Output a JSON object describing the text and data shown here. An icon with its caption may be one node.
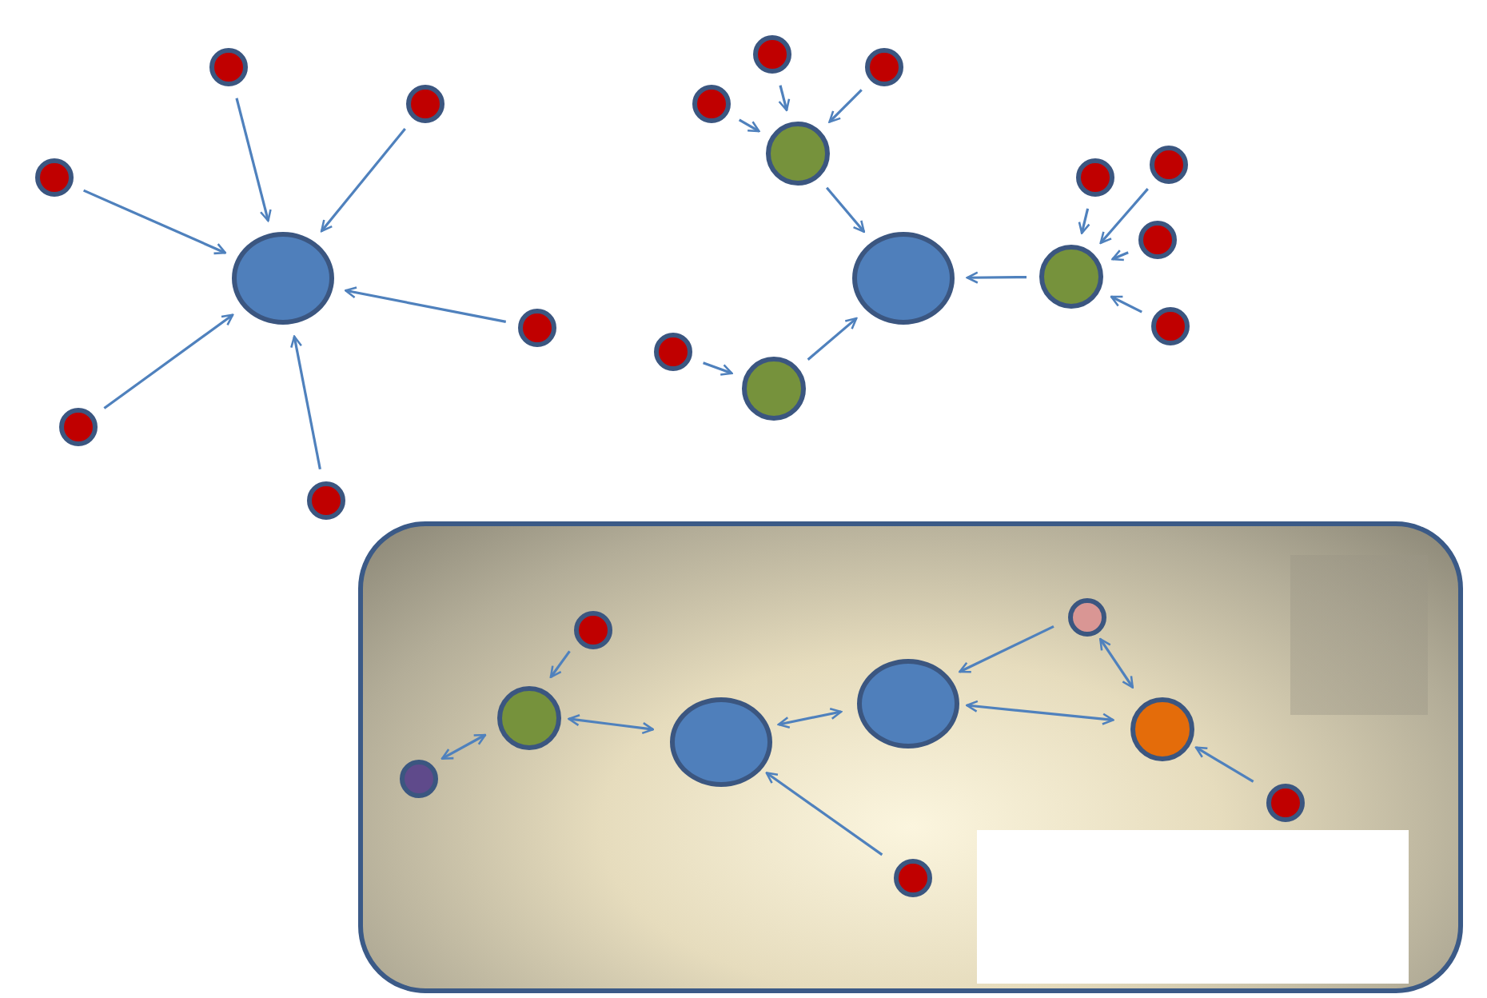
{
  "diagram": {
    "nodes": [
      {
        "text": [],
        "shape": "circle"
      },
      {
        "text": [],
        "shape": "circle"
      },
      {
        "text": [],
        "shape": "circle"
      },
      {
        "text": [],
        "shape": "circle"
      },
      {
        "text": [],
        "shape": "circle"
      },
      {
        "text": [],
        "shape": "circle"
      },
      {
        "text": [],
        "shape": "circle"
      },
      {
        "text": [],
        "shape": "circle"
      },
      {
        "text": [],
        "shape": "circle"
      },
      {
        "text": [],
        "shape": "circle"
      },
      {
        "text": [],
        "shape": "circle"
      },
      {
        "text": [],
        "shape": "circle"
      },
      {
        "text": [],
        "shape": "circle"
      },
      {
        "text": [],
        "shape": "circle"
      },
      {
        "text": [],
        "shape": "circle"
      },
      {
        "text": [],
        "shape": "circle"
      },
      {
        "text": [],
        "shape": "circle"
      },
      {
        "text": [],
        "shape": "circle"
      },
      {
        "text": [],
        "shape": "circle"
      },
      {
        "text": [],
        "shape": "box"
      },
      {
        "text": [],
        "shape": "circle",
        "in": 19
      },
      {
        "text": [],
        "shape": "circle",
        "in": 19
      },
      {
        "text": [],
        "shape": "circle",
        "in": 19
      },
      {
        "text": [],
        "shape": "circle",
        "in": 19
      },
      {
        "text": [],
        "shape": "circle",
        "in": 19
      },
      {
        "text": [],
        "shape": "circle",
        "in": 19
      },
      {
        "text": [],
        "shape": "circle",
        "in": 19
      },
      {
        "text": [],
        "shape": "circle",
        "in": 19
      },
      {
        "text": [],
        "shape": "circle",
        "in": 19
      }
    ],
    "edges": [
      {
        "from": 1,
        "to": 0,
        "arrow": "to"
      },
      {
        "from": 2,
        "to": 0,
        "arrow": "to"
      },
      {
        "from": 3,
        "to": 0,
        "arrow": "to"
      },
      {
        "from": 4,
        "to": 0,
        "arrow": "to"
      },
      {
        "from": 5,
        "to": 0,
        "arrow": "to"
      },
      {
        "from": 6,
        "to": 0,
        "arrow": "to"
      },
      {
        "from": 9,
        "to": 8,
        "arrow": "to"
      },
      {
        "from": 10,
        "to": 8,
        "arrow": "to"
      },
      {
        "from": 11,
        "to": 8,
        "arrow": "to"
      },
      {
        "from": 8,
        "to": 7,
        "arrow": "to"
      },
      {
        "from": 13,
        "to": 12,
        "arrow": "to"
      },
      {
        "from": 12,
        "to": 7,
        "arrow": "to"
      },
      {
        "from": 14,
        "to": 7,
        "arrow": "to"
      },
      {
        "from": 15,
        "to": 14,
        "arrow": "to"
      },
      {
        "from": 16,
        "to": 14,
        "arrow": "to"
      },
      {
        "from": 17,
        "to": 14,
        "arrow": "to"
      },
      {
        "from": 18,
        "to": 14,
        "arrow": "to"
      },
      {
        "from": 20,
        "to": 21,
        "arrow": "to"
      },
      {
        "from": 22,
        "to": 21,
        "arrow": "both"
      },
      {
        "from": 21,
        "to": 23,
        "arrow": "both"
      },
      {
        "from": 23,
        "to": 24,
        "arrow": "both"
      },
      {
        "from": 25,
        "to": 24,
        "arrow": "to"
      },
      {
        "from": 24,
        "to": 26,
        "arrow": "both"
      },
      {
        "from": 25,
        "to": 26,
        "arrow": "both"
      },
      {
        "from": 27,
        "to": 26,
        "arrow": "to"
      },
      {
        "from": 28,
        "to": 23,
        "arrow": "to"
      }
    ]
  }
}
